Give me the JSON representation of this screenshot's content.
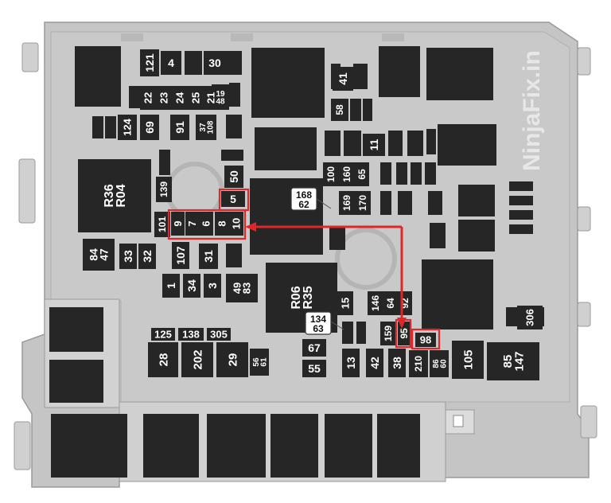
{
  "watermark": "NinjaFix.in",
  "colors": {
    "housing": "#c5c5c5",
    "housing_edge": "#9a9a9a",
    "component": "#262626",
    "label": "#ffffff",
    "highlight": "#e0262b",
    "callout_bg": "#ffffff"
  },
  "fuse_labels": {
    "f121": "121",
    "f4": "4",
    "f30": "30",
    "f22": "22",
    "f23": "23",
    "f24": "24",
    "f25": "25",
    "f21": "21",
    "f19_48": "19\n48",
    "f124": "124",
    "f69": "69",
    "f91": "91",
    "f37_108": "37\n108",
    "r36_r04": "R36\nR04",
    "f139": "139",
    "f50": "50",
    "f5": "5",
    "f101": "101",
    "f9": "9",
    "f7": "7",
    "f6": "6",
    "f8": "8",
    "f10": "10",
    "f84_47": "84\n47",
    "f33": "33",
    "f32": "32",
    "f107": "107",
    "f31": "31",
    "f1": "1",
    "f34": "34",
    "f3": "3",
    "f49_83": "49\n83",
    "f41": "41",
    "f58": "58",
    "f11": "11",
    "f100": "100",
    "f160": "160",
    "f65": "65",
    "f169": "169",
    "f170": "170",
    "r06_r35": "R06\nR35",
    "f15": "15",
    "f146": "146",
    "f64": "64",
    "f92": "92",
    "f67": "67",
    "f55": "55",
    "f13": "13",
    "f42": "42",
    "f38": "38",
    "f159": "159",
    "f95": "95",
    "f98": "98",
    "f210": "210",
    "f86_60": "86\n60",
    "f105": "105",
    "f85_147": "85\n147",
    "f306": "306",
    "f125": "125",
    "f138": "138",
    "f305": "305",
    "f28": "28",
    "f202": "202",
    "f29": "29",
    "f56_61": "56\n61"
  },
  "callouts": {
    "c168_62": "168\n62",
    "c134_63": "134\n63"
  },
  "highlighted_fuses": [
    "5",
    "9",
    "7",
    "6",
    "8",
    "10",
    "95",
    "98"
  ]
}
